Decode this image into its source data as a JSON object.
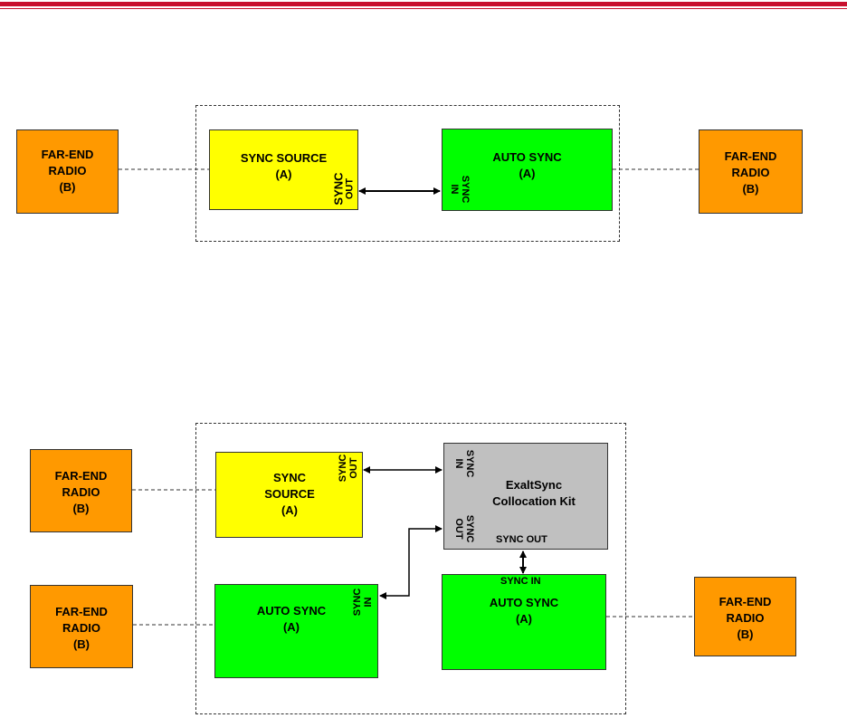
{
  "colors": {
    "rule": "#c8102e",
    "orange": "#ff9900",
    "yellow": "#ffff00",
    "green": "#00ff00",
    "gray": "#c0c0c0"
  },
  "top": {
    "far_end_left": [
      "FAR-END",
      "RADIO",
      "(B)"
    ],
    "sync_source": [
      "SYNC SOURCE",
      "(A)"
    ],
    "sync_out": [
      "SYNC",
      "OUT"
    ],
    "auto_sync": [
      "AUTO SYNC",
      "(A)"
    ],
    "sync_in": [
      "SYNC",
      "IN"
    ],
    "far_end_right": [
      "FAR-END",
      "RADIO",
      "(B)"
    ]
  },
  "bottom": {
    "far_end_top_left": [
      "FAR-END",
      "RADIO",
      "(B)"
    ],
    "sync_source": [
      "SYNC",
      "SOURCE",
      "(A)"
    ],
    "sync_source_out": [
      "SYNC",
      "OUT"
    ],
    "kit_label": [
      "ExaltSync",
      "Collocation Kit"
    ],
    "kit_sync_in": [
      "SYNC",
      "IN"
    ],
    "kit_sync_out_side": [
      "SYNC",
      "OUT"
    ],
    "kit_sync_out_bottom": "SYNC OUT",
    "far_end_bottom_left": [
      "FAR-END",
      "RADIO",
      "(B)"
    ],
    "auto_sync_left": [
      "AUTO SYNC",
      "(A)"
    ],
    "auto_sync_left_in": [
      "SYNC",
      "IN"
    ],
    "auto_sync_right_in": "SYNC IN",
    "auto_sync_right": [
      "AUTO SYNC",
      "(A)"
    ],
    "far_end_right": [
      "FAR-END",
      "RADIO",
      "(B)"
    ]
  }
}
